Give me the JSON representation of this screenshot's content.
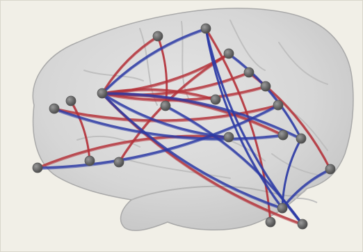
{
  "figure": {
    "background": "#f1efe7",
    "brain_fill": "#d9d9d9",
    "brain_edge": "#a9a9a9",
    "node_color": "#6b6b6b",
    "tract_colors": {
      "red": "#b4323a",
      "blue": "#2b3aa5"
    }
  },
  "nodes": [
    {
      "id": "n1"
    },
    {
      "id": "n2"
    },
    {
      "id": "n3"
    },
    {
      "id": "n4"
    },
    {
      "id": "n5"
    },
    {
      "id": "n6"
    },
    {
      "id": "n7"
    },
    {
      "id": "n8"
    },
    {
      "id": "n9"
    },
    {
      "id": "n10"
    },
    {
      "id": "n11"
    },
    {
      "id": "n12"
    },
    {
      "id": "n13"
    },
    {
      "id": "n14"
    },
    {
      "id": "n15"
    },
    {
      "id": "n16"
    },
    {
      "id": "n17"
    },
    {
      "id": "n18"
    },
    {
      "id": "n19"
    },
    {
      "id": "n20"
    },
    {
      "id": "n21"
    }
  ],
  "tracts": [
    {
      "from": "n5",
      "to": "n13",
      "color": "red"
    },
    {
      "from": "n5",
      "to": "n3",
      "color": "red"
    },
    {
      "from": "n4",
      "to": "n5",
      "color": "red"
    },
    {
      "from": "n1",
      "to": "n5",
      "color": "red"
    },
    {
      "from": "n1",
      "to": "n8",
      "color": "red"
    },
    {
      "from": "n3",
      "to": "n18",
      "color": "red"
    },
    {
      "from": "n2",
      "to": "n19",
      "color": "red"
    },
    {
      "from": "n5",
      "to": "n20",
      "color": "red"
    },
    {
      "from": "n6",
      "to": "n17",
      "color": "red"
    },
    {
      "from": "n7",
      "to": "n11",
      "color": "red"
    },
    {
      "from": "n4",
      "to": "n15",
      "color": "red"
    },
    {
      "from": "n9",
      "to": "n5",
      "color": "red"
    },
    {
      "from": "n10",
      "to": "n5",
      "color": "red"
    },
    {
      "from": "n12",
      "to": "n16",
      "color": "red"
    },
    {
      "from": "n5",
      "to": "n2",
      "color": "blue"
    },
    {
      "from": "n2",
      "to": "n21",
      "color": "blue"
    },
    {
      "from": "n5",
      "to": "n14",
      "color": "blue"
    },
    {
      "from": "n2",
      "to": "n20",
      "color": "blue"
    },
    {
      "from": "n11",
      "to": "n16",
      "color": "blue"
    },
    {
      "from": "n5",
      "to": "n21",
      "color": "blue"
    },
    {
      "from": "n3",
      "to": "n14",
      "color": "blue"
    },
    {
      "from": "n7",
      "to": "n13",
      "color": "blue"
    },
    {
      "from": "n8",
      "to": "n20",
      "color": "blue"
    },
    {
      "from": "n14",
      "to": "n21",
      "color": "blue"
    },
    {
      "from": "n12",
      "to": "n5",
      "color": "blue"
    },
    {
      "from": "n15",
      "to": "n21",
      "color": "blue"
    }
  ]
}
